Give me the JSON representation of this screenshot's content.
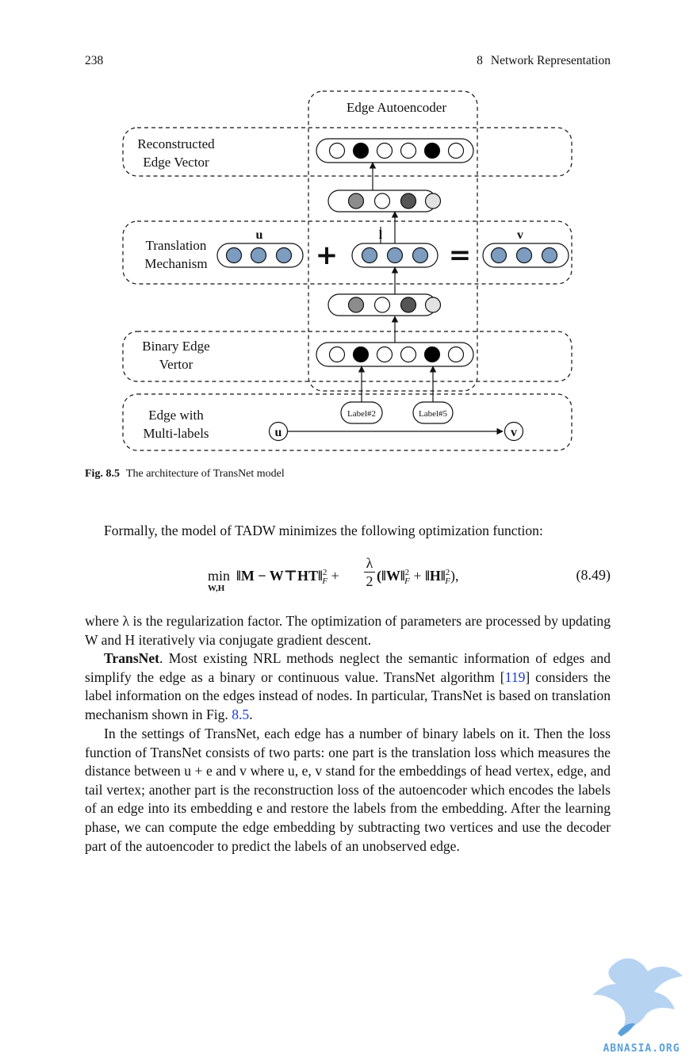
{
  "header": {
    "page_number": "238",
    "chapter_number": "8",
    "chapter_title": "Network Representation"
  },
  "figure": {
    "autoencoder_title": "Edge Autoencoder",
    "rows": {
      "reconstructed": [
        "Reconstructed",
        "Edge Vector"
      ],
      "translation": [
        "Translation",
        "Mechanism"
      ],
      "binary": [
        "Binary Edge",
        "Vertor"
      ],
      "multilabel": [
        "Edge with",
        "Multi-labels"
      ]
    },
    "vec_labels": {
      "u": "u",
      "l": "l",
      "v": "v"
    },
    "operators": {
      "plus": "+",
      "equals": "="
    },
    "label_nodes": [
      "Label#2",
      "Label#5"
    ],
    "edge_nodes": {
      "head": "u",
      "tail": "v"
    },
    "colors": {
      "blue": "#7c9cc0",
      "black": "#000000",
      "gray": "#8c8c8c",
      "dark": "#555555",
      "light": "#e2e2e2",
      "white": "#ffffff"
    }
  },
  "caption": {
    "label": "Fig. 8.5",
    "text": "The architecture of TransNet model"
  },
  "text": {
    "p1": "Formally, the model of TADW minimizes the following optimization function:",
    "eq_min": "min",
    "eq_sub": "W,H",
    "eq_main": "‖M − W⊤HT‖",
    "eq_plus": "+",
    "eq_lambda": "λ",
    "eq_two": "2",
    "eq_paren_open": "(‖W‖",
    "eq_plus2": "+",
    "eq_h": "‖H‖",
    "eq_close": "),",
    "eq_sq": "2",
    "eq_F": "F",
    "eq_number": "(8.49)",
    "p2": "where λ is the regularization factor. The optimization of parameters are processed by updating W and H iteratively via conjugate gradient descent.",
    "p3_bold": "TransNet",
    "p3_a": ". Most existing NRL methods neglect the semantic information of edges and simplify the edge as a binary or continuous value. TransNet algorithm [",
    "p3_cite": "119",
    "p3_b": "] considers the label information on the edges instead of nodes. In particular, TransNet is based on translation mechanism shown in Fig. ",
    "p3_fig": "8.5",
    "p3_c": ".",
    "p4": "In the settings of TransNet, each edge has a number of binary labels on it. Then the loss function of TransNet consists of two parts: one part is the translation loss which measures the distance between u + e and v where u, e, v stand for the embeddings of head vertex, edge, and tail vertex; another part is the reconstruction loss of the autoencoder which encodes the labels of an edge into its embedding e and restore the labels from the embedding. After the learning phase, we can compute the edge embedding by subtracting two vertices and use the decoder part of the autoencoder to predict the labels of an unobserved edge."
  },
  "watermark": {
    "text": "ABNASIA.ORG",
    "color": "#5aa0dc"
  }
}
